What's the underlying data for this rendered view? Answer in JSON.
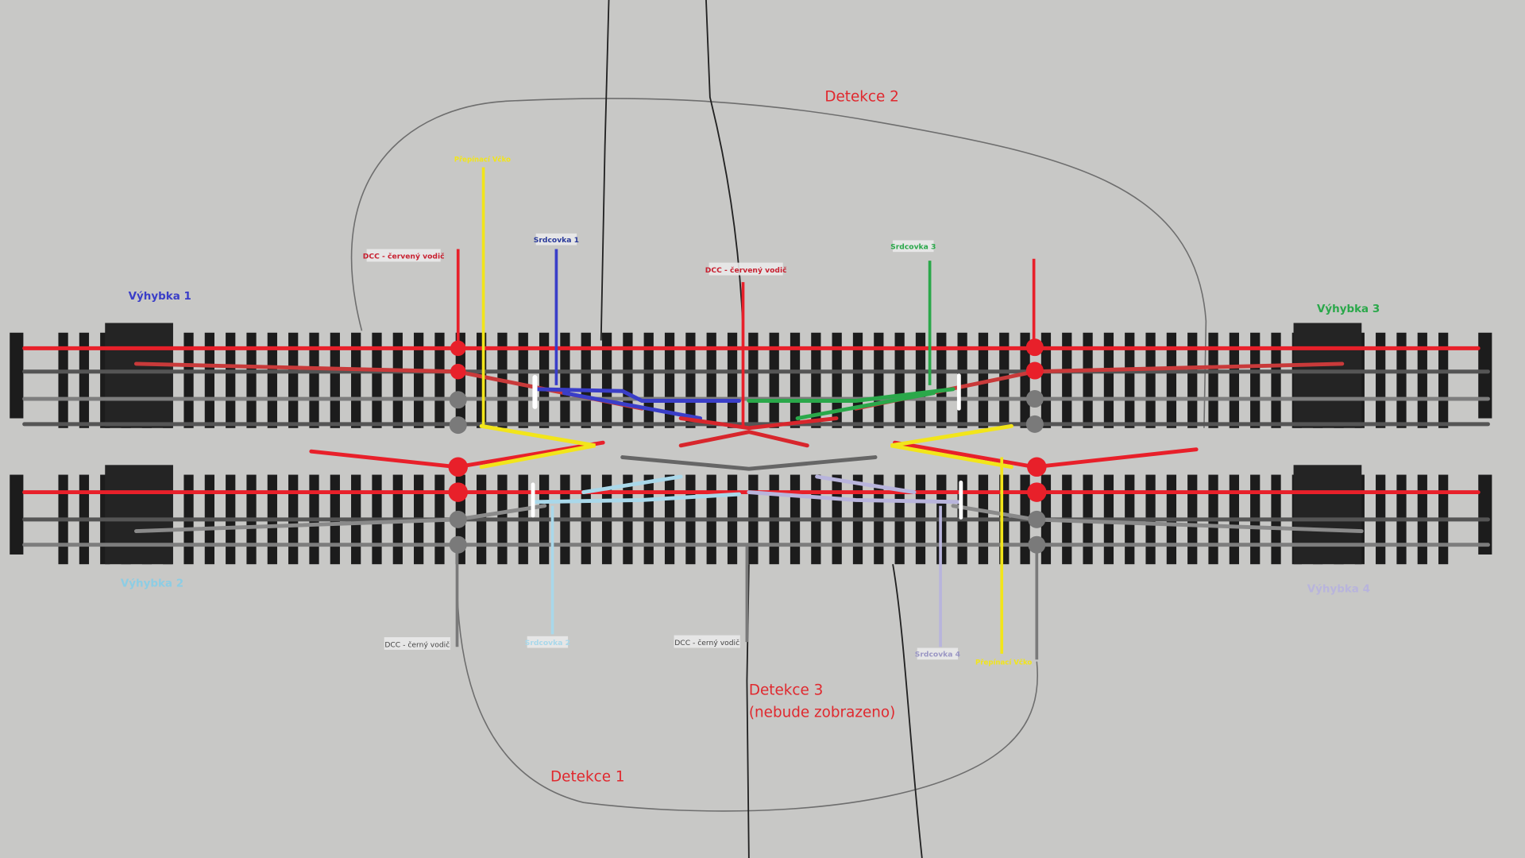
{
  "zones": {
    "detection_1": "Detekce 1",
    "detection_2": "Detekce 2",
    "detection_3": "Detekce 3",
    "detection_3_note": "(nebude zobrazeno)"
  },
  "turnouts": {
    "t1": "Výhybka 1",
    "t2": "Výhybka 2",
    "t3": "Výhybka 3",
    "t4": "Výhybka 4"
  },
  "wires": {
    "dcc_red_left": "DCC - červený vodič",
    "dcc_red_center": "DCC - červený vodič",
    "dcc_black_left": "DCC - černý vodič",
    "dcc_black_center": "DCC - černý vodič",
    "frog_1": "Srdcovka 1",
    "frog_2": "Srdcovka 2",
    "frog_3": "Srdcovka 3",
    "frog_4": "Srdcovka 4",
    "vfrog_top": "Přepínací Včko",
    "vfrog_bottom": "Přepínací Včko"
  },
  "colors": {
    "dcc_red": "#e8202a",
    "dcc_black": "#7a7a7a",
    "frog_1": "#3a3ec8",
    "frog_2": "#a9d8ea",
    "frog_3": "#2aa84a",
    "frog_4": "#b8b4dc",
    "vfrog": "#f2e51a",
    "zone_text": "#e0282e"
  }
}
